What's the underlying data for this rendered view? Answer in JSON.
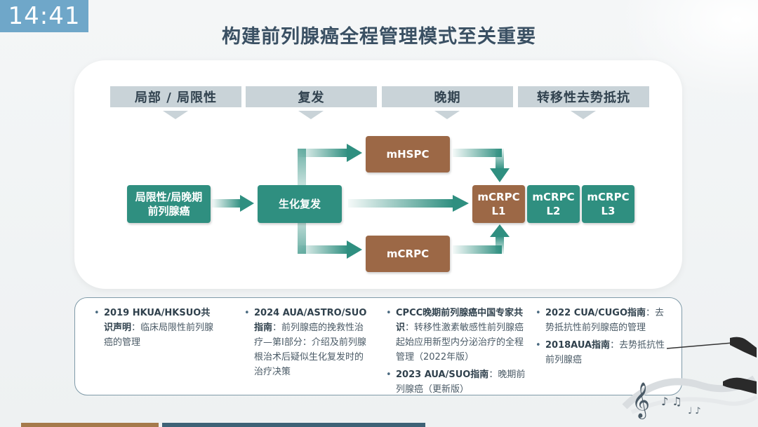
{
  "clock": "14:41",
  "title": "构建前列腺癌全程管理模式至关重要",
  "phases": [
    "局部 / 局限性",
    "复发",
    "晚期",
    "转移性去势抵抗"
  ],
  "flow": {
    "start": {
      "line1": "局限性/局晚期",
      "line2": "前列腺癌"
    },
    "recur": "生化复发",
    "mhspc": "mHSPC",
    "mcrpc_low": "mCRPC",
    "l1": {
      "line1": "mCRPC",
      "line2": "L1"
    },
    "l2": {
      "line1": "mCRPC",
      "line2": "L2"
    },
    "l3": {
      "line1": "mCRPC",
      "line2": "L3"
    }
  },
  "notes": [
    [
      {
        "bold": "2019 HKUA/HKSUO共识声明",
        "text": "：临床局限性前列腺癌的管理"
      }
    ],
    [
      {
        "bold": "2024 AUA/ASTRO/SUO指南",
        "text": "：前列腺癌的挽救性治疗—第I部分：介绍及前列腺根治术后疑似生化复发时的治疗决策"
      }
    ],
    [
      {
        "bold": "CPCC晚期前列腺癌中国专家共识",
        "text": "：转移性激素敏感性前列腺癌起始应用新型内分泌治疗的全程管理（2022年版）"
      },
      {
        "bold": "2023 AUA/SUO指南",
        "text": "：晚期前列腺癌（更新版）"
      }
    ],
    [
      {
        "bold": "2022 CUA/CUGO指南",
        "text": "：去势抵抗性前列腺癌的管理"
      },
      {
        "bold": "2018AUA指南",
        "text": "：去势抵抗性前列腺癌"
      }
    ]
  ],
  "colors": {
    "teal": "#2f8f80",
    "brown": "#9c6846",
    "phase": "#c9d3d8"
  },
  "icons": {
    "decoration": "conductor-music-icon"
  }
}
